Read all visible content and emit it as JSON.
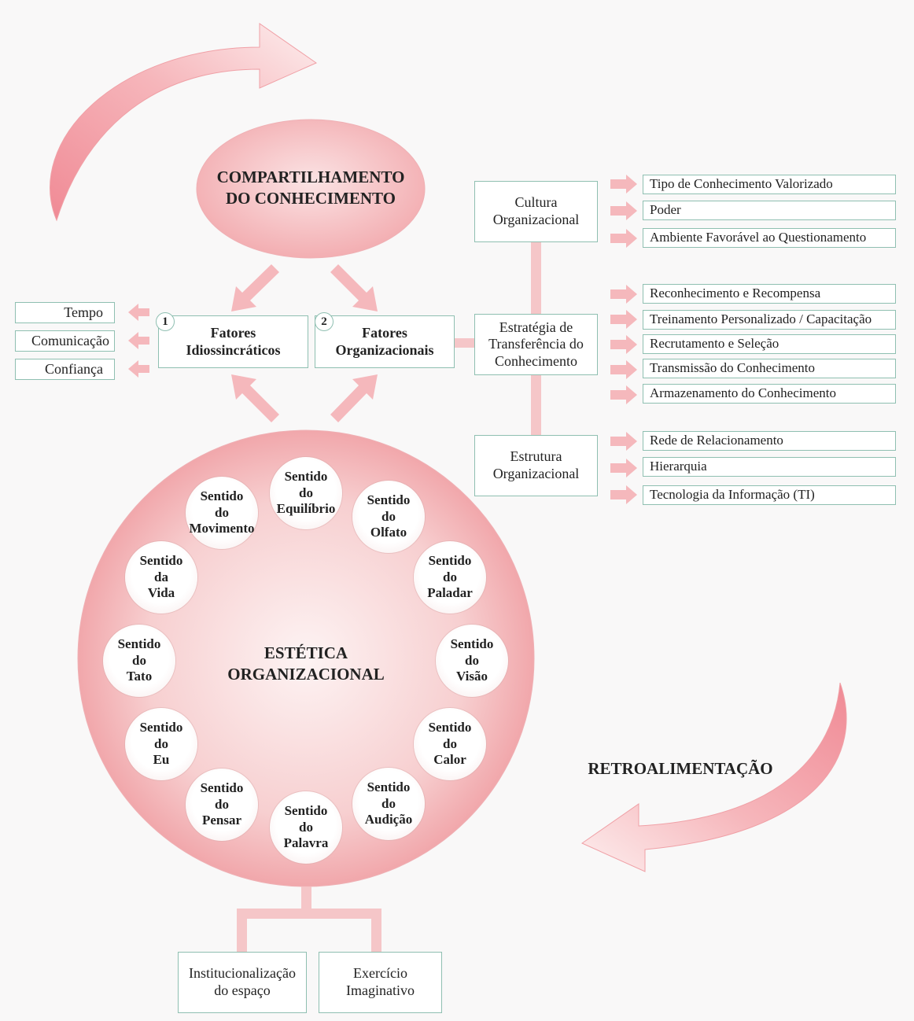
{
  "top_ellipse": {
    "line1": "COMPARTILHAMENTO",
    "line2": "DO CONHECIMENTO"
  },
  "factors": {
    "idiosyncratic": {
      "number": "1",
      "line1": "Fatores",
      "line2": "Idiossincráticos"
    },
    "organizational": {
      "number": "2",
      "line1": "Fatores",
      "line2": "Organizacionais"
    }
  },
  "left_items": [
    "Tempo",
    "Comunicação",
    "Confiança"
  ],
  "right_groups": [
    {
      "line1": "Cultura",
      "line2": "Organizacional",
      "line3": "",
      "items": [
        "Tipo de Conhecimento Valorizado",
        "Poder",
        "Ambiente Favorável ao Questionamento"
      ]
    },
    {
      "line1": "Estratégia de",
      "line2": "Transferência do",
      "line3": "Conhecimento",
      "items": [
        "Reconhecimento e Recompensa",
        "Treinamento Personalizado / Capacitação",
        "Recrutamento e Seleção",
        "Transmissão do Conhecimento",
        "Armazenamento do Conhecimento"
      ]
    },
    {
      "line1": "Estrutura",
      "line2": "Organizacional",
      "line3": "",
      "items": [
        "Rede de Relacionamento",
        "Hierarquia",
        "Tecnologia da Informação (TI)"
      ]
    }
  ],
  "aesthetics": {
    "line1": "ESTÉTICA",
    "line2": "ORGANIZACIONAL"
  },
  "senses": [
    {
      "l1": "Sentido",
      "l2": "do",
      "l3": "Equilíbrio"
    },
    {
      "l1": "Sentido",
      "l2": "do",
      "l3": "Olfato"
    },
    {
      "l1": "Sentido",
      "l2": "do",
      "l3": "Paladar"
    },
    {
      "l1": "Sentido",
      "l2": "do",
      "l3": "Visão"
    },
    {
      "l1": "Sentido",
      "l2": "do",
      "l3": "Calor"
    },
    {
      "l1": "Sentido",
      "l2": "do",
      "l3": "Audição"
    },
    {
      "l1": "Sentido",
      "l2": "do",
      "l3": "Palavra"
    },
    {
      "l1": "Sentido",
      "l2": "do",
      "l3": "Pensar"
    },
    {
      "l1": "Sentido",
      "l2": "do",
      "l3": "Eu"
    },
    {
      "l1": "Sentido",
      "l2": "do",
      "l3": "Tato"
    },
    {
      "l1": "Sentido",
      "l2": "da",
      "l3": "Vida"
    },
    {
      "l1": "Sentido",
      "l2": "do",
      "l3": "Movimento"
    }
  ],
  "bottom_boxes": [
    {
      "line1": "Institucionalização",
      "line2": "do espaço"
    },
    {
      "line1": "Exercício",
      "line2": "Imaginativo"
    }
  ],
  "feedback_label": "RETROALIMENTAÇÃO",
  "colors": {
    "pink": "#f2a3aa",
    "pink_light": "#f8c9cc",
    "connector": "#f5c6c8",
    "box_border": "#8fbfb1"
  }
}
